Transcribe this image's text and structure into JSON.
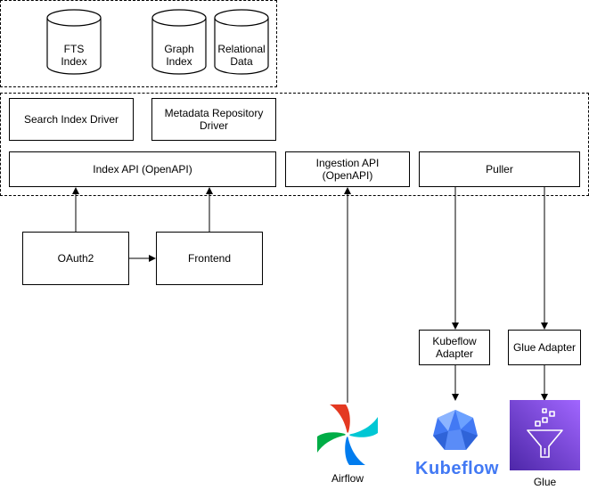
{
  "storage": {
    "fts": [
      "FTS",
      "Index"
    ],
    "graph": [
      "Graph",
      "Index"
    ],
    "relational": [
      "Relational",
      "Data"
    ]
  },
  "service": {
    "search_driver": "Search Index Driver",
    "metadata_driver": [
      "Metadata Repository",
      "Driver"
    ],
    "index_api": "Index API (OpenAPI)",
    "ingestion_api": "Ingestion API (OpenAPI)",
    "puller": "Puller"
  },
  "clients": {
    "oauth": "OAuth2",
    "frontend": "Frontend",
    "kubeflow_adapter": [
      "Kubeflow",
      "Adapter"
    ],
    "glue_adapter": "Glue Adapter"
  },
  "logos": {
    "airflow": "Airflow",
    "kubeflow": "Kubeflow",
    "glue": "Glue"
  },
  "colors": {
    "airflow_red": "#e43921",
    "airflow_green": "#00ad46",
    "airflow_blue": "#017cee",
    "airflow_teal": "#00c7d4",
    "kubeflow_blue": "#4279f4",
    "glue_purple": "#8c4fff"
  }
}
